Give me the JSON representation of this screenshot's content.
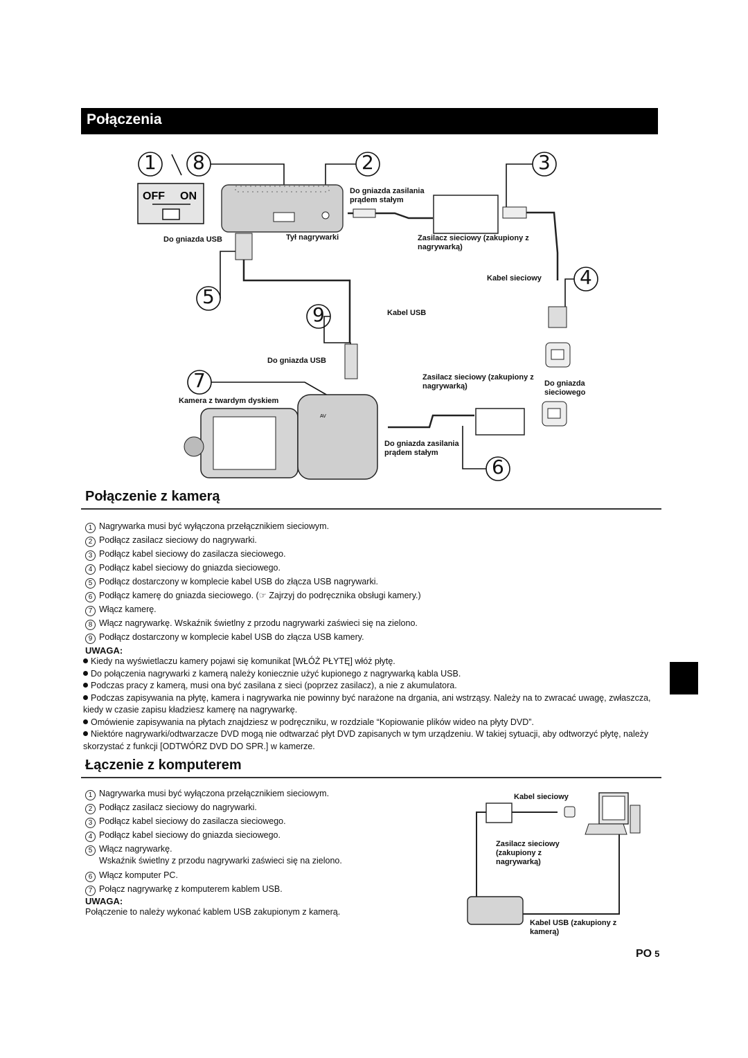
{
  "header": {
    "title": "Połączenia"
  },
  "diagram1": {
    "step_numbers": [
      "1",
      "8",
      "2",
      "3",
      "4",
      "5",
      "9",
      "7",
      "6"
    ],
    "switch_labels": {
      "off": "OFF",
      "on": "ON"
    },
    "labels": {
      "dc_in": "Do gniazda zasilania prądem stałym",
      "usb_port": "Do gniazda USB",
      "rear": "Tył nagrywarki",
      "ac_adapter": "Zasilacz sieciowy (zakupiony z nagrywarką)",
      "power_cord": "Kabel sieciowy",
      "usb_cable": "Kabel USB",
      "usb_port2": "Do gniazda USB",
      "ac_adapter2": "Zasilacz sieciowy (zakupiony z nagrywarką)",
      "ac_outlet": "Do gniazda sieciowego",
      "camera": "Kamera z twardym dyskiem",
      "dc_in2": "Do gniazda zasilania prądem stałym",
      "av": "AV"
    }
  },
  "section1": {
    "title": "Połączenie z kamerą",
    "steps": [
      {
        "n": "1",
        "text": "Nagrywarka musi być wyłączona przełącznikiem sieciowym."
      },
      {
        "n": "2",
        "text": "Podłącz zasilacz sieciowy do nagrywarki."
      },
      {
        "n": "3",
        "text": "Podłącz kabel sieciowy do zasilacza sieciowego."
      },
      {
        "n": "4",
        "text": "Podłącz kabel sieciowy do gniazda sieciowego."
      },
      {
        "n": "5",
        "text": "Podłącz dostarczony w komplecie kabel USB do złącza USB nagrywarki."
      },
      {
        "n": "6",
        "text": "Podłącz kamerę do gniazda sieciowego. (☞ Zajrzyj do podręcznika obsługi kamery.)"
      },
      {
        "n": "7",
        "text": "Włącz kamerę."
      },
      {
        "n": "8",
        "text": "Włącz nagrywarkę. Wskaźnik świetlny z przodu nagrywarki zaświeci się na zielono."
      },
      {
        "n": "9",
        "text": "Podłącz dostarczony w komplecie kabel USB do złącza USB kamery."
      }
    ],
    "note_title": "UWAGA:",
    "notes": [
      "Kiedy na wyświetlaczu kamery pojawi się komunikat [WŁÓŻ PŁYTĘ] włóż płytę.",
      "Do połączenia nagrywarki z kamerą należy koniecznie użyć kupionego z nagrywarką kabla USB.",
      "Podczas pracy z kamerą, musi ona być zasilana z sieci (poprzez zasilacz), a nie z akumulatora.",
      "Podczas zapisywania na płytę, kamera i nagrywarka nie powinny być narażone na drgania, ani wstrząsy. Należy na to zwracać uwagę, zwłaszcza, kiedy w czasie zapisu kładziesz kamerę na nagrywarkę.",
      "Omówienie zapisywania na płytach znajdziesz w podręczniku, w rozdziale “Kopiowanie plików wideo na płyty DVD”.",
      "Niektóre nagrywarki/odtwarzacze DVD mogą nie odtwarzać płyt DVD zapisanych w tym urządzeniu. W takiej sytuacji, aby odtworzyć płytę, należy skorzystać z funkcji [ODTWÓRZ DVD DO SPR.] w kamerze."
    ]
  },
  "section2": {
    "title": "Łączenie z komputerem",
    "steps": [
      {
        "n": "1",
        "text": "Nagrywarka musi być wyłączona przełącznikiem sieciowym."
      },
      {
        "n": "2",
        "text": "Podłącz zasilacz sieciowy do nagrywarki."
      },
      {
        "n": "3",
        "text": "Podłącz kabel sieciowy do zasilacza sieciowego."
      },
      {
        "n": "4",
        "text": "Podłącz kabel sieciowy do gniazda sieciowego."
      },
      {
        "n": "5",
        "text": "Włącz nagrywarkę.",
        "sub": "Wskaźnik świetlny z przodu nagrywarki zaświeci się na zielono."
      },
      {
        "n": "6",
        "text": "Włącz komputer PC."
      },
      {
        "n": "7",
        "text": "Połącz nagrywarkę z komputerem kablem USB."
      }
    ],
    "note_title": "UWAGA:",
    "note": "Połączenie to należy wykonać kablem USB zakupionym z kamerą.",
    "diagram_labels": {
      "power_cord": "Kabel sieciowy",
      "ac_adapter": "Zasilacz sieciowy (zakupiony z nagrywarką)",
      "usb_cable": "Kabel USB (zakupiony z kamerą)"
    }
  },
  "footer": {
    "lang": "PO",
    "page": "5"
  }
}
